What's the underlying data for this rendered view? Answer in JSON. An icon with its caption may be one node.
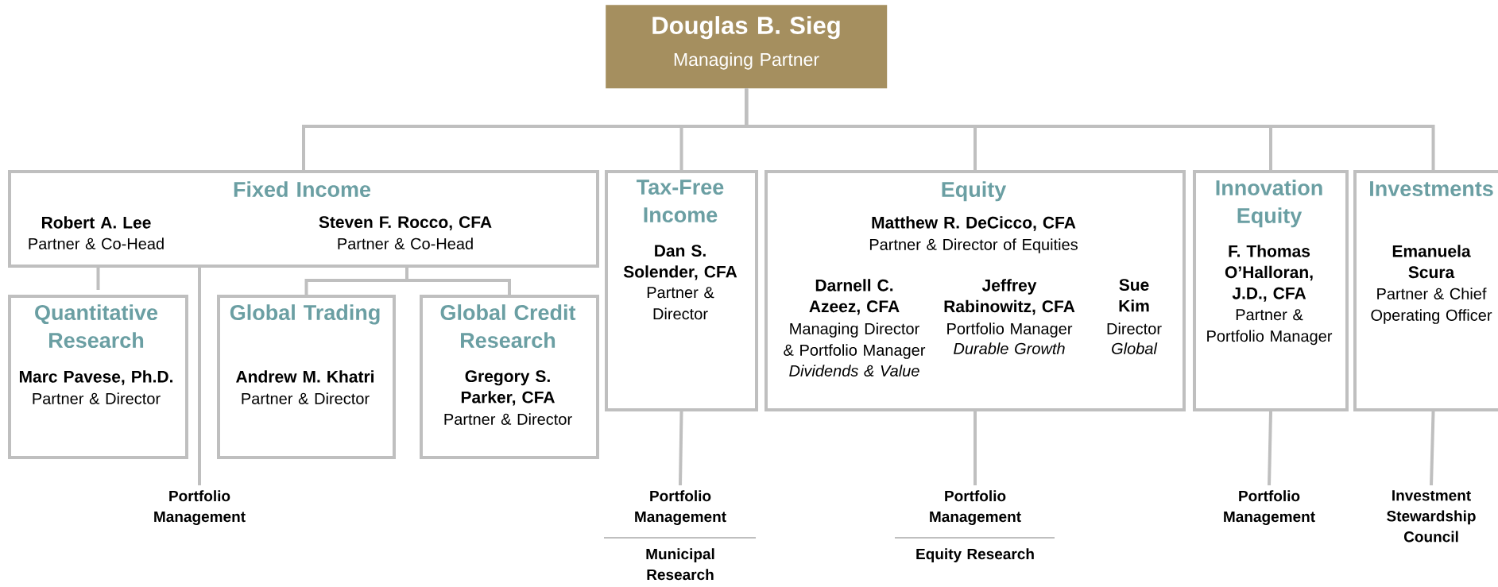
{
  "diagram": {
    "nodes": [
      {
        "text": [
          "Douglas B. Sieg",
          "Managing Partner"
        ]
      },
      {
        "text": [
          "Fixed Income",
          "Robert A. Lee",
          "Partner & Co-Head",
          "Steven F. Rocco, CFA",
          "Partner & Co-Head"
        ]
      },
      {
        "text": [
          "Tax-Free Income",
          "Dan S. Solender, CFA",
          "Partner & Director"
        ]
      },
      {
        "text": [
          "Equity",
          "Matthew R. DeCicco, CFA",
          "Partner & Director of Equities",
          "Darnell C. Azeez, CFA",
          "Managing Director & Portfolio Manager",
          "Dividends & Value",
          "Jeffrey Rabinowitz, CFA",
          "Portfolio Manager",
          "Durable Growth",
          "Sue Kim",
          "Director",
          "Global"
        ]
      },
      {
        "text": [
          "Innovation Equity",
          "F. Thomas O’Halloran, J.D., CFA",
          "Partner & Portfolio Manager"
        ]
      },
      {
        "text": [
          "Investments",
          "Emanuela Scura",
          "Partner & Chief Operating Officer"
        ]
      },
      {
        "text": [
          "Quantitative Research",
          "Marc Pavese, Ph.D.",
          "Partner & Director"
        ]
      },
      {
        "text": [
          "Global Trading",
          "Andrew M. Khatri",
          "Partner & Director"
        ]
      },
      {
        "text": [
          "Global Credit Research",
          "Gregory S. Parker, CFA",
          "Partner & Director"
        ]
      },
      {
        "text": [
          "Portfolio Management"
        ]
      },
      {
        "text": [
          "Portfolio Management"
        ]
      },
      {
        "text": [
          "Portfolio Management"
        ]
      },
      {
        "text": [
          "Portfolio Management"
        ]
      },
      {
        "text": [
          "Investment Stewardship Council"
        ]
      }
    ],
    "edges": [
      {
        "from": 0,
        "to": 1,
        "arrow": "none"
      },
      {
        "from": 0,
        "to": 2,
        "arrow": "none"
      },
      {
        "from": 0,
        "to": 3,
        "arrow": "none"
      },
      {
        "from": 0,
        "to": 4,
        "arrow": "none"
      },
      {
        "from": 0,
        "to": 5,
        "arrow": "none"
      },
      {
        "from": 1,
        "to": 6,
        "arrow": "none"
      },
      {
        "from": 1,
        "to": 7,
        "arrow": "none"
      },
      {
        "from": 1,
        "to": 8,
        "arrow": "none"
      },
      {
        "from": 1,
        "to": 9,
        "arrow": "none"
      },
      {
        "from": 2,
        "to": 10,
        "arrow": "none"
      },
      {
        "from": 3,
        "to": 11,
        "arrow": "none"
      },
      {
        "from": 4,
        "to": 12,
        "arrow": "none"
      },
      {
        "from": 5,
        "to": 13,
        "arrow": "none"
      }
    ],
    "labels": [
      "Municipal Research",
      "Equity Research"
    ]
  }
}
